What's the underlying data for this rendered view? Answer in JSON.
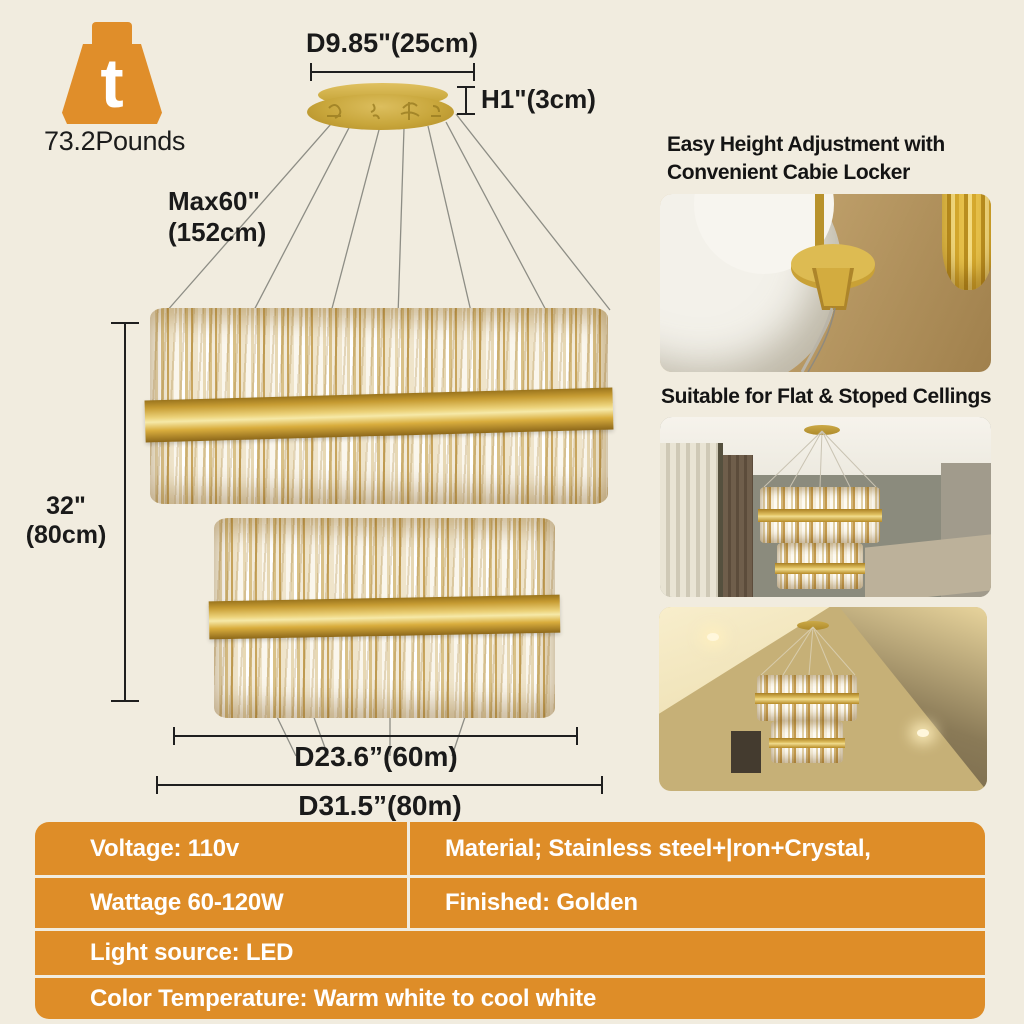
{
  "weight": {
    "icon_letter": "t",
    "label": "73.2Pounds"
  },
  "canopy": {
    "diameter_label": "D9.85\"(25cm)",
    "height_label": "H1\"(3cm)"
  },
  "cables": {
    "max_length_line1": "Max60\"",
    "max_length_line2": "(152cm)"
  },
  "fixture": {
    "height_label": "32\"(80cm)",
    "tier1_diameter_label": "D23.6”(60m)",
    "tier2_diameter_label": "D31.5”(80m)"
  },
  "right_panel": {
    "section1_title_line1": "Easy Height Adjustment with",
    "section1_title_line2": "Convenient Cabie Locker",
    "section2_title": "Suitable for Flat & Stoped Cellings"
  },
  "specs": {
    "row1_col1": "Voltage: 110v",
    "row1_col2": "Material; Stainless steel+|ron+Crystal,",
    "row2_col1": "Wattage 60-120W",
    "row2_col2": "Finished: Golden",
    "row3": "Light source: LED",
    "row4": "Color Temperature: Warm white to cool white"
  },
  "colors": {
    "accent_orange": "#DE8D28",
    "gold": "#D4AF37",
    "background": "#F1ECDF",
    "spec_text": "#FFFFFF",
    "label_text": "#1A1A1A"
  }
}
